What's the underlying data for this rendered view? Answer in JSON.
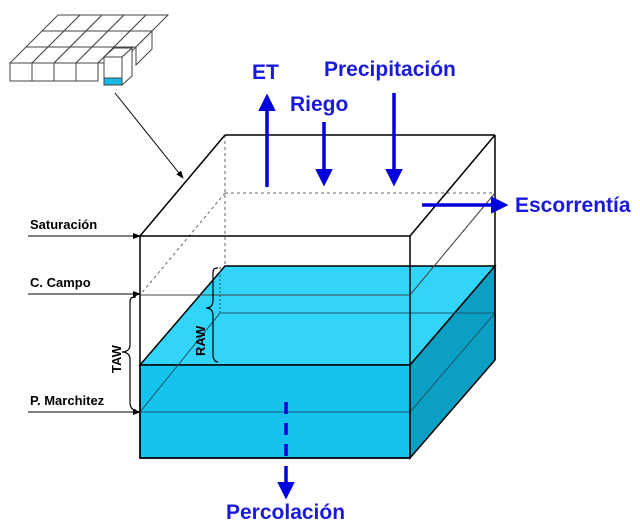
{
  "flows": {
    "et": "ET",
    "riego": "Riego",
    "precipitacion": "Precipitación",
    "escorrentia": "Escorrentía",
    "percolacion": "Percolación"
  },
  "levels": {
    "saturacion": "Saturación",
    "campo": "C. Campo",
    "marchitez": "P. Marchitez"
  },
  "zones": {
    "taw": "TAW",
    "raw": "RAW"
  },
  "colors": {
    "water_top": "#33d4f9",
    "water_front": "#15c3ec",
    "water_side": "#0a9fc3",
    "arrow": "#0000dd",
    "text_blue": "#1a1adf"
  }
}
